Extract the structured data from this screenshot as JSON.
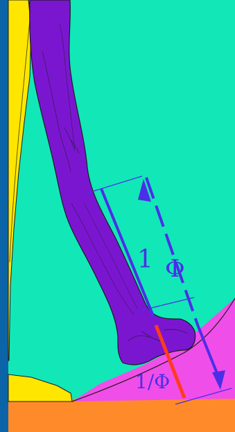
{
  "labels": {
    "one": "1",
    "phi": "Φ",
    "inverse_phi": "1/Φ"
  },
  "colors": {
    "border_blue": "#0b63a8",
    "background_turquoise": "#12e7b8",
    "yellow_figure": "#ffe600",
    "purple_leg": "#7b16d0",
    "pink_shape": "#f04ee8",
    "orange_ground": "#ff8a2a",
    "measure_blue": "#4b2ee8",
    "red_segment": "#ff3b1f",
    "outline_black": "#1b1b1b"
  },
  "icons": {
    "upper_arrow": "arrow-up-icon",
    "lower_arrow": "arrow-down-icon"
  }
}
